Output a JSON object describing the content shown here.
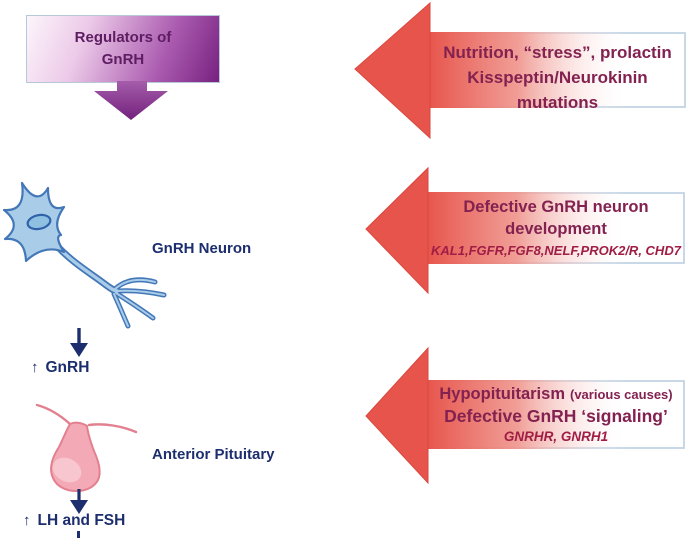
{
  "canvas": {
    "background": "#ffffff"
  },
  "palette": {
    "navy_label": "#1d2e6e",
    "maroon_text": "#832150",
    "gene_text": "#a01d45",
    "arrow_red": "#e7564d",
    "box_purple": "#772180",
    "box_text_purple": "#5e1d62",
    "body_border_blue": "#c2d4e4",
    "neuron_blue_fill": "#a9cde9",
    "neuron_blue_outline": "#4377b8",
    "pituitary_pink_fill": "#f3a9b6",
    "pituitary_pink_outline": "#e2808f"
  },
  "left": {
    "regulators": {
      "line1": "Regulators of",
      "line2": "GnRH"
    },
    "neuron_label": "GnRH Neuron",
    "gnrh": {
      "up_arrow": "↑",
      "text": "GnRH"
    },
    "pituitary_label": "Anterior Pituitary",
    "lh_fsh": {
      "up_arrow": "↑",
      "text": "LH and FSH"
    }
  },
  "right": {
    "arrow1": {
      "line1": "Nutrition, “stress”, prolactin",
      "line2": "Kisspeptin/Neurokinin mutations"
    },
    "arrow2": {
      "line1": "Defective GnRH neuron",
      "line2": "development",
      "genes": "KAL1,FGFR,FGF8,NELF,PROK2/R, CHD7"
    },
    "arrow3": {
      "line1_main": "Hypopituitarism",
      "line1_suffix": "(various causes)",
      "line2": "Defective GnRH ‘signaling’",
      "genes": "GNRHR, GNRH1"
    }
  }
}
